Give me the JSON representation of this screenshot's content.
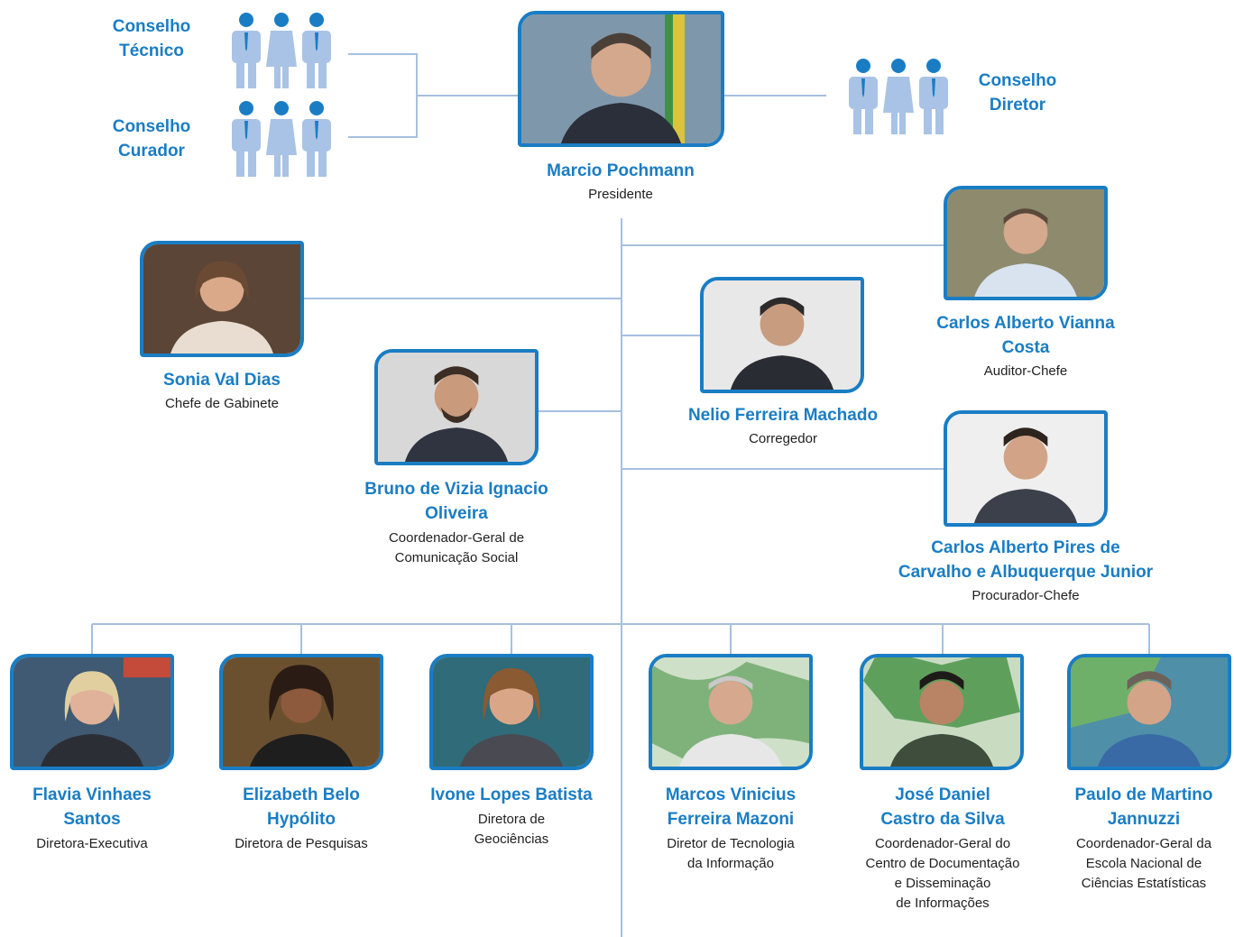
{
  "councils": {
    "tecnico": "Conselho\nTécnico",
    "curador": "Conselho\nCurador",
    "diretor": "Conselho\nDiretor"
  },
  "colors": {
    "accent": "#1a7dc4",
    "line": "#a6c0de",
    "person_icon": "#a9c3e6",
    "person_head": "#1a7dc4"
  },
  "icons": {
    "person_group": "people-group-icon",
    "portrait": "person-portrait-icon"
  },
  "people": {
    "president": {
      "name": "Marcio Pochmann",
      "role": "Presidente"
    },
    "chefe_gabinete": {
      "name": "Sonia Val Dias",
      "role": "Chefe de Gabinete"
    },
    "auditor": {
      "name": "Carlos Alberto Vianna\nCosta",
      "role": "Auditor-Chefe"
    },
    "corregedor": {
      "name": "Nelio Ferreira Machado",
      "role": "Corregedor"
    },
    "comunicacao": {
      "name": "Bruno de Vizia Ignacio\nOliveira",
      "role": "Coordenador-Geral de\nComunicação Social"
    },
    "procurador": {
      "name": "Carlos Alberto Pires de\nCarvalho e Albuquerque Junior",
      "role": "Procurador-Chefe"
    },
    "executiva": {
      "name": "Flavia Vinhaes\nSantos",
      "role": "Diretora-Executiva"
    },
    "pesquisas": {
      "name": "Elizabeth Belo\nHypólito",
      "role": "Diretora de Pesquisas"
    },
    "geociencias": {
      "name": "Ivone Lopes Batista",
      "role": "Diretora de\nGeociências"
    },
    "tecnologia": {
      "name": "Marcos Vinicius\nFerreira Mazoni",
      "role": "Diretor de Tecnologia\nda Informação"
    },
    "documentacao": {
      "name": "José Daniel\nCastro da Silva",
      "role": "Coordenador-Geral do\nCentro de Documentação\ne Disseminação\nde Informações"
    },
    "ence": {
      "name": "Paulo de Martino\nJannuzzi",
      "role": "Coordenador-Geral da\nEscola Nacional de\nCiências Estatísticas"
    }
  }
}
